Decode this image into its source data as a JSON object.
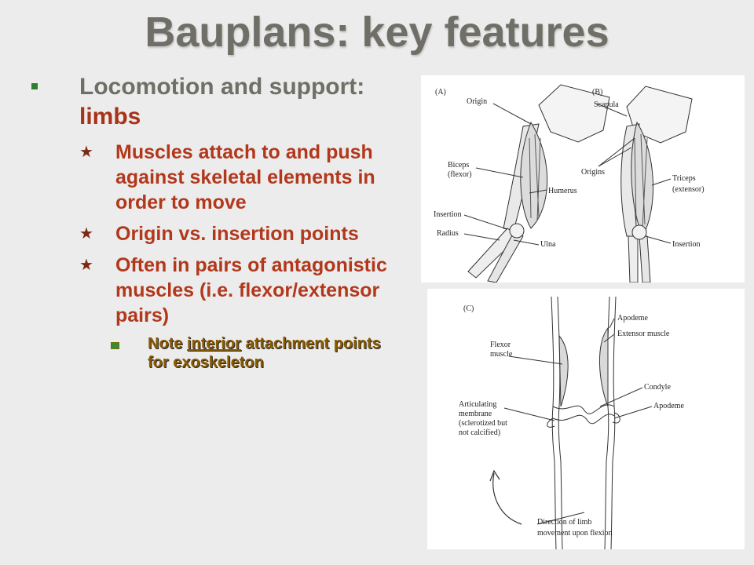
{
  "title": "Bauplans: key features",
  "bullets": {
    "main_prefix": "Locomotion and support: ",
    "main_accent": "limbs",
    "sub": [
      "Muscles attach to and push against skeletal elements in order to move",
      "Origin vs. insertion points",
      "Often in pairs of antagonistic muscles (i.e. flexor/extensor pairs)"
    ],
    "note_prefix": "Note ",
    "note_underlined": "interior",
    "note_suffix": " attachment points for exoskeleton"
  },
  "figure_ab": {
    "panel_a": "(A)",
    "panel_b": "(B)",
    "labels": {
      "origin": "Origin",
      "scapula": "Scapula",
      "biceps": "Biceps",
      "flexor": "(flexor)",
      "humerus": "Humerus",
      "origins": "Origins",
      "triceps": "Triceps",
      "extensor": "(extensor)",
      "insertion_a": "Insertion",
      "radius": "Radius",
      "ulna": "Ulna",
      "insertion_b": "Insertion"
    }
  },
  "figure_c": {
    "panel": "(C)",
    "labels": {
      "apodeme_top": "Apodeme",
      "extensor_muscle": "Extensor muscle",
      "flexor_1": "Flexor",
      "flexor_2": "muscle",
      "condyle": "Condyle",
      "artic_1": "Articulating",
      "artic_2": "membrane",
      "artic_3": "(sclerotized but",
      "artic_4": "not calcified)",
      "apodeme_bottom": "Apodeme",
      "direction_1": "Direction of limb",
      "direction_2": "movement upon flexion"
    }
  },
  "colors": {
    "title": "#6f6f67",
    "accent": "#a8321a",
    "bullet_green": "#2e7d32"
  }
}
